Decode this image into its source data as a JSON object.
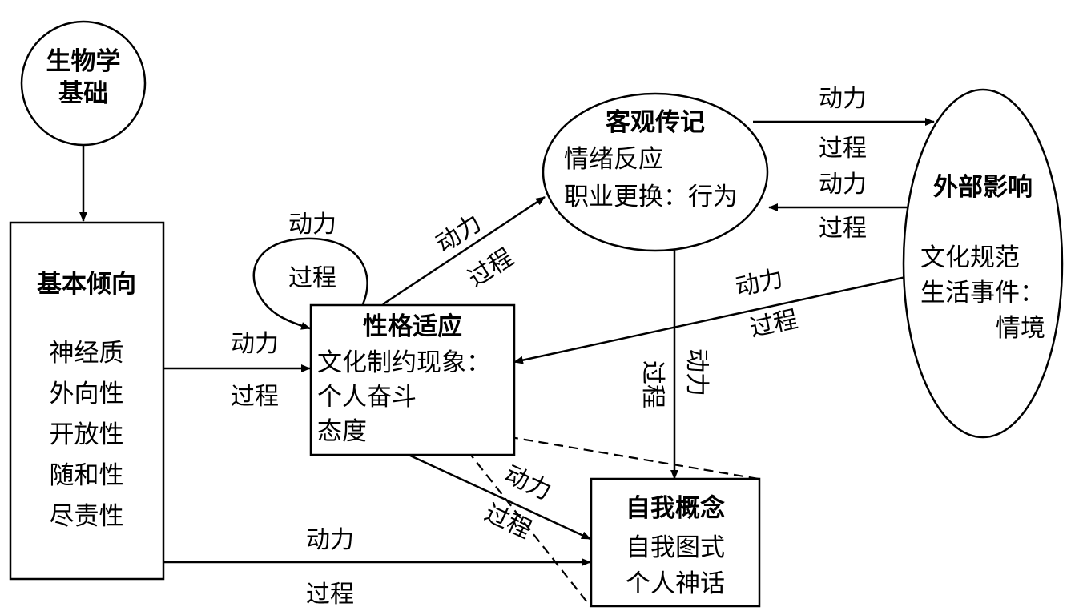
{
  "nodes": {
    "biology": {
      "title_lines": [
        "生物学",
        "基础"
      ]
    },
    "basic_tendency": {
      "title": "基本倾向",
      "items": [
        "神经质",
        "外向性",
        "开放性",
        "随和性",
        "尽责性"
      ]
    },
    "character_adaptation": {
      "title": "性格适应",
      "items": [
        "文化制约现象：",
        "个人奋斗",
        "态度"
      ]
    },
    "objective_biography": {
      "title": "客观传记",
      "items": [
        "情绪反应",
        "职业更换：行为"
      ]
    },
    "external_influence": {
      "title": "外部影响",
      "items": [
        "文化规范",
        "生活事件：",
        "情境"
      ]
    },
    "self_concept": {
      "title": "自我概念",
      "items": [
        "自我图式",
        "个人神话"
      ]
    }
  },
  "edge_labels": {
    "dynamic": "动力",
    "process": "过程"
  }
}
